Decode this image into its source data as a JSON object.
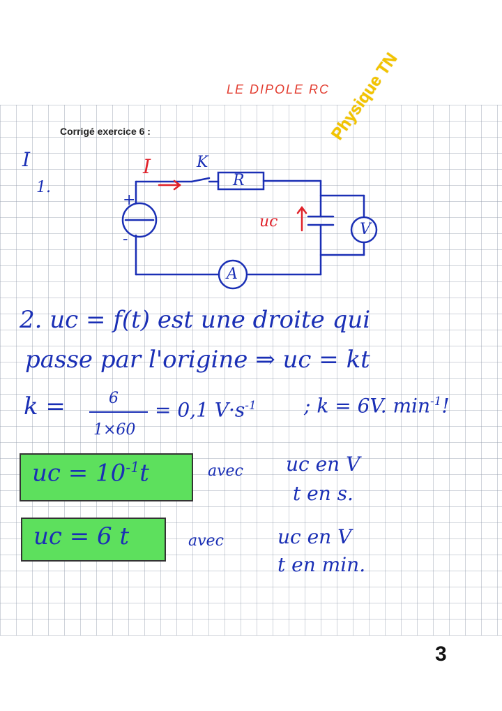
{
  "header": {
    "title": "LE DIPOLE RC",
    "subtitle": "Corrigé exercice 6 :",
    "watermark": "Physique TN"
  },
  "circuit": {
    "part_label": "I",
    "question_1": "1.",
    "current_label": "I",
    "switch_label": "K",
    "resistor_label": "R",
    "voltage_label": "uc",
    "voltmeter_label": "V",
    "ammeter_label": "A",
    "plus_sign": "+",
    "minus_sign": "-"
  },
  "answer": {
    "line1": "2. uc = f(t) est une droite qui",
    "line2": "passe par l'origine ⇒ uc = kt",
    "k_lhs": "k =",
    "k_num": "6",
    "k_den": "1×60",
    "k_result": "= 0,1 V·s",
    "k_exp": "-1",
    "k_alt": "; k = 6V. min",
    "k_alt_exp": "-1",
    "k_alt_end": "!"
  },
  "box1": {
    "formula": "uc = 10",
    "exp": "-1",
    "var": "t",
    "avec": "avec",
    "unit_line1": "uc en V",
    "unit_line2": "t en s."
  },
  "box2": {
    "formula": "uc = 6 t",
    "avec": "avec",
    "unit_line1": "uc en V",
    "unit_line2": "t en min."
  },
  "footer": {
    "page_number": "3"
  }
}
